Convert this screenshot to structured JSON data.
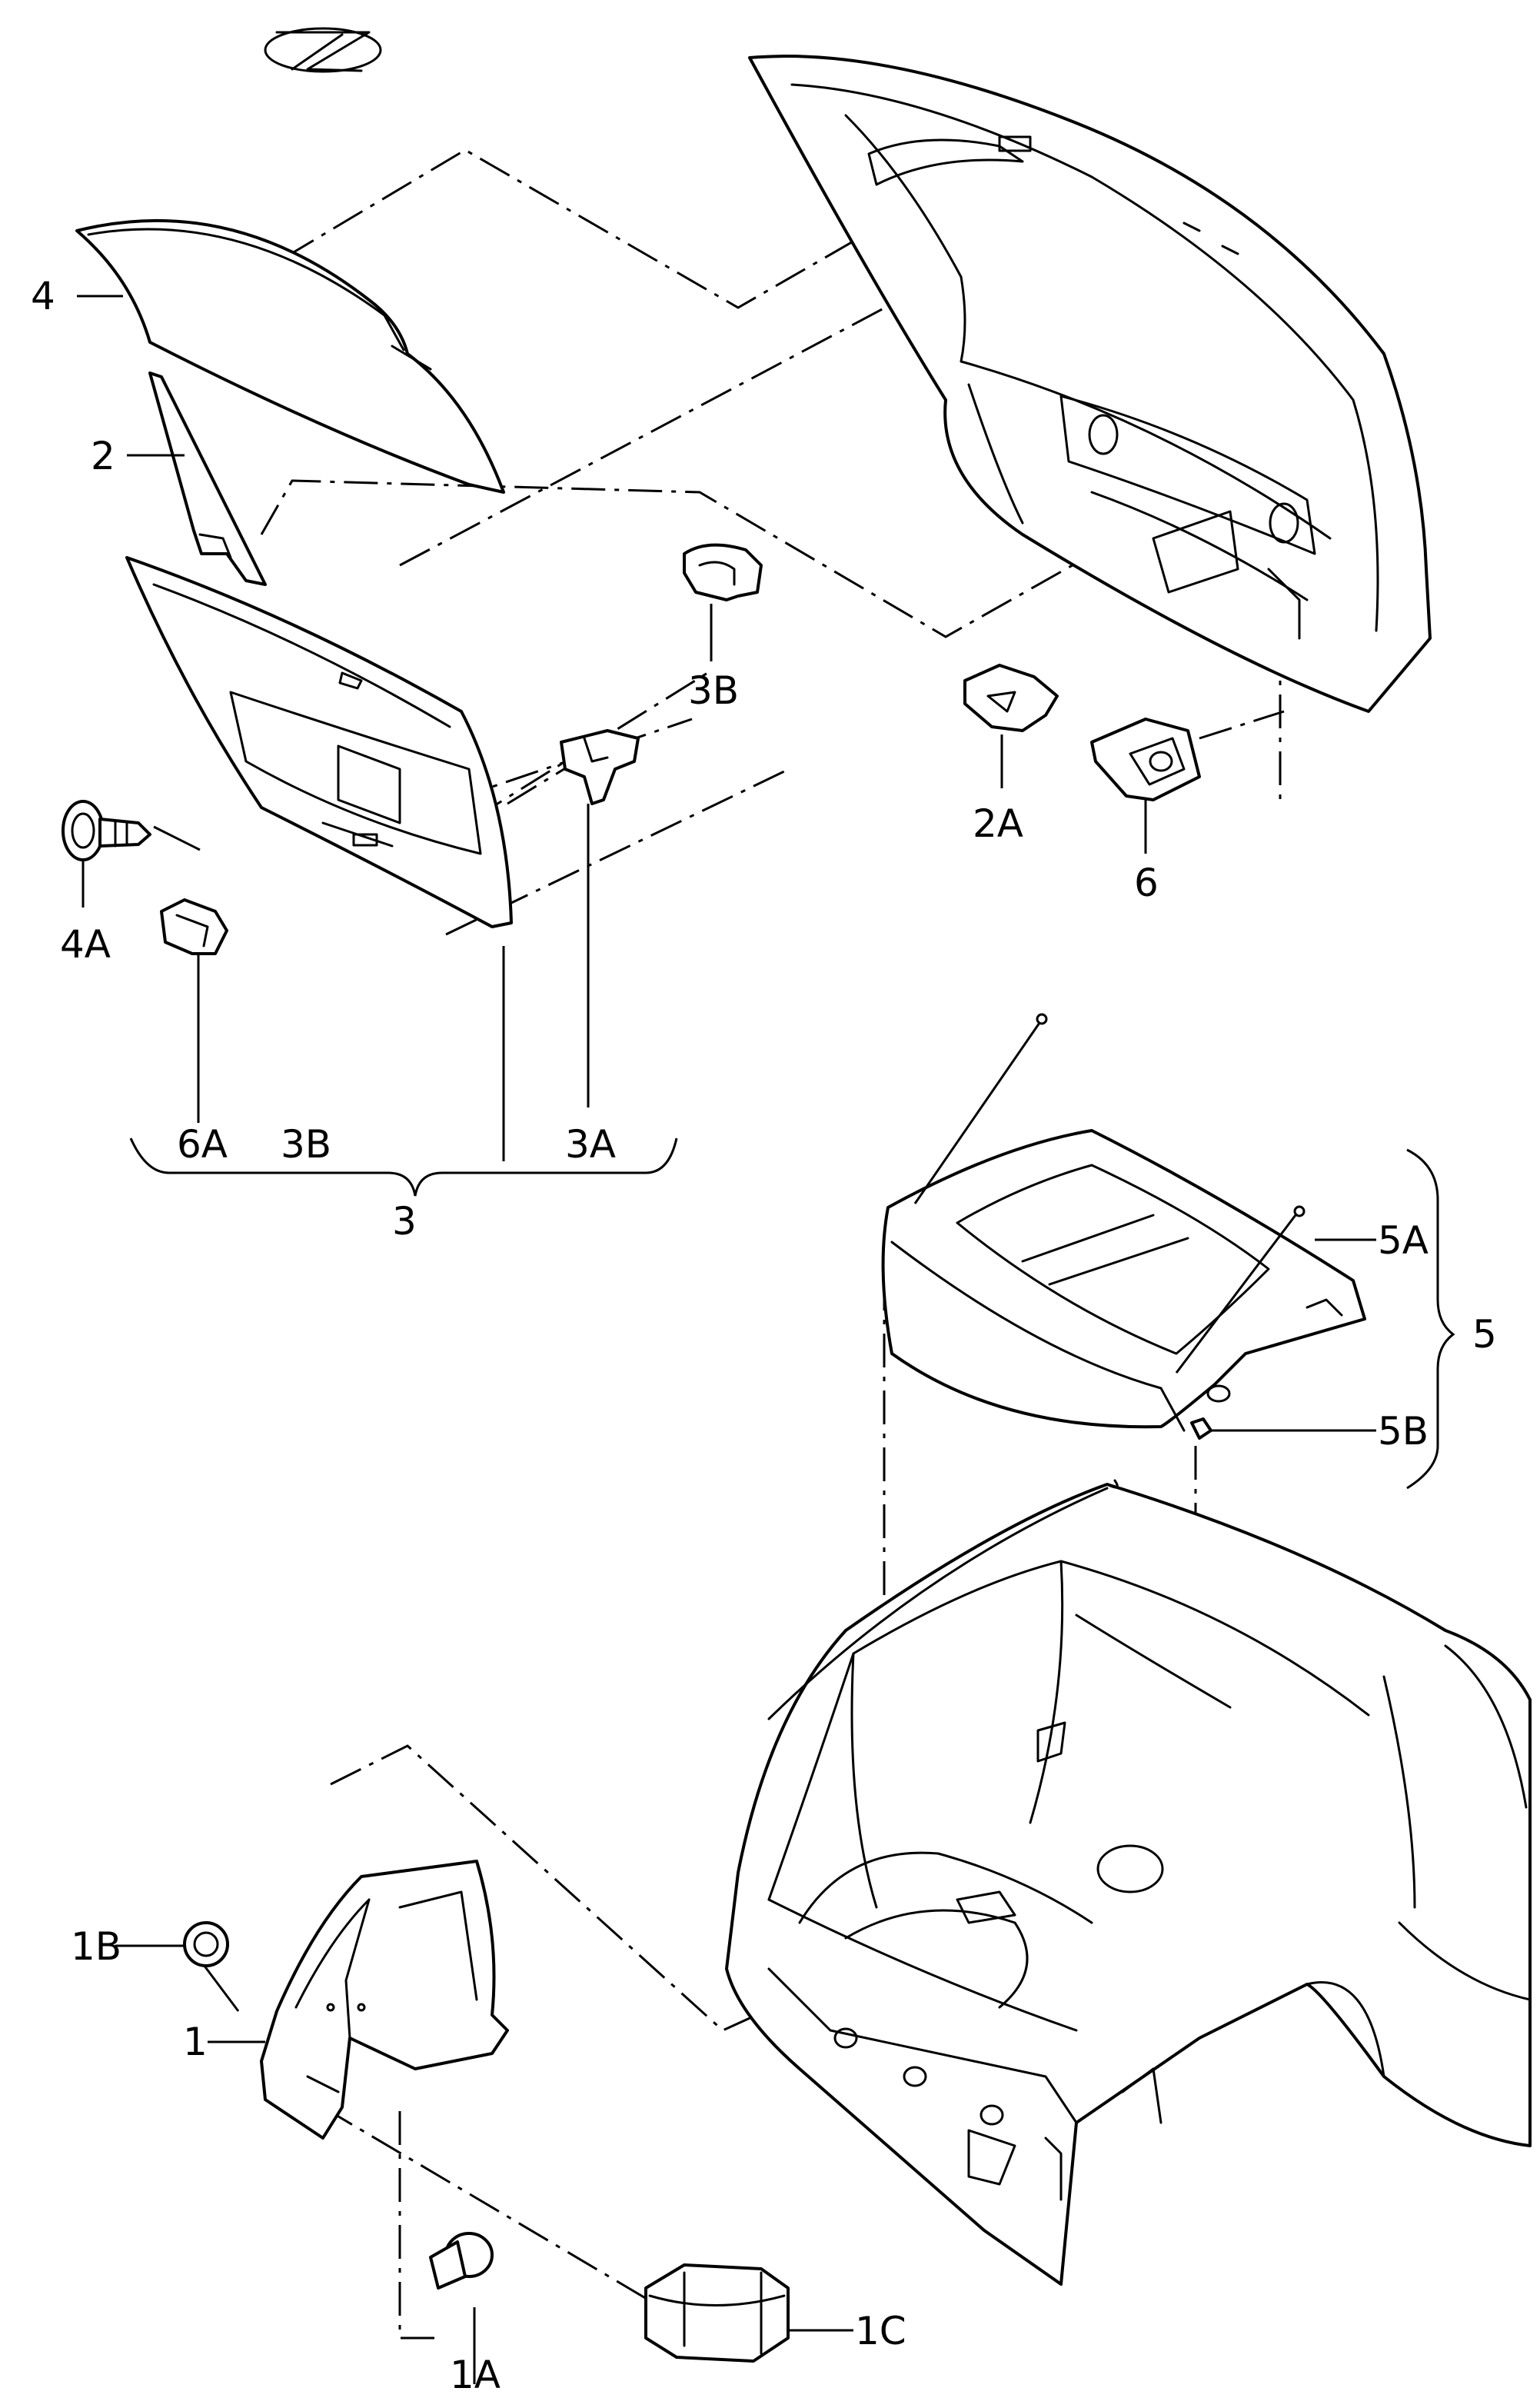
{
  "callouts": {
    "c4": "4",
    "c2": "2",
    "c4a": "4A",
    "c6a_part": "6A",
    "c3b_part": "3B",
    "c3a_part": "3A",
    "c6a_group": "6A",
    "c3b_group": "3B",
    "c3a_group": "3A",
    "c3": "3",
    "c2a": "2A",
    "c6": "6",
    "c5a": "5A",
    "c5": "5",
    "c5b": "5B",
    "c1b": "1B",
    "c1": "1",
    "c1c": "1C",
    "c1a": "1A"
  }
}
